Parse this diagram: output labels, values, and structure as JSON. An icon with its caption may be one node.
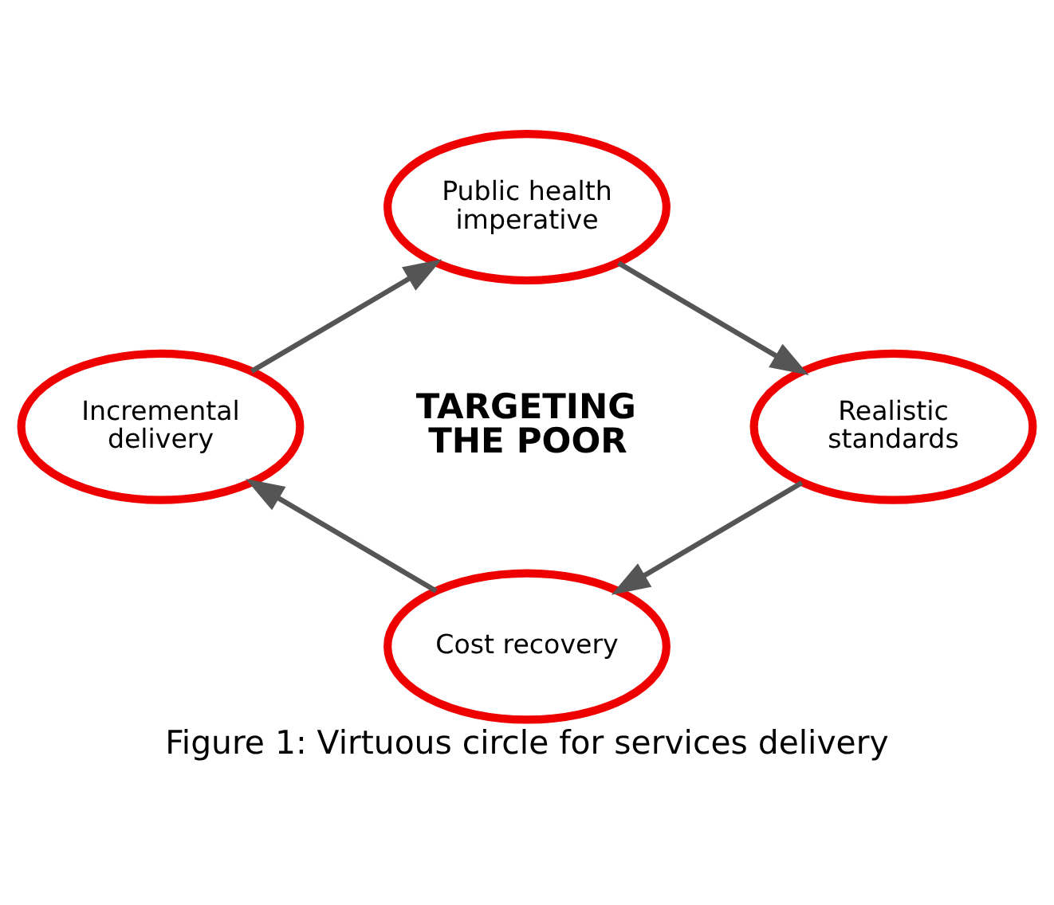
{
  "diagram": {
    "caption": "Figure 1: Virtuous circle for services delivery",
    "nodes": [
      {
        "text": [
          "Public health imperative"
        ]
      },
      {
        "text": [
          "Realistic standards"
        ]
      },
      {
        "text": [
          "Cost recovery"
        ]
      },
      {
        "text": [
          "Incremental delivery"
        ]
      }
    ],
    "edges": [
      {
        "from": 0,
        "to": 1,
        "arrow": "to"
      },
      {
        "from": 1,
        "to": 2,
        "arrow": "to"
      },
      {
        "from": 2,
        "to": 3,
        "arrow": "to"
      },
      {
        "from": 3,
        "to": 0,
        "arrow": "to"
      }
    ],
    "labels": [
      "TARGETING THE POOR"
    ]
  }
}
